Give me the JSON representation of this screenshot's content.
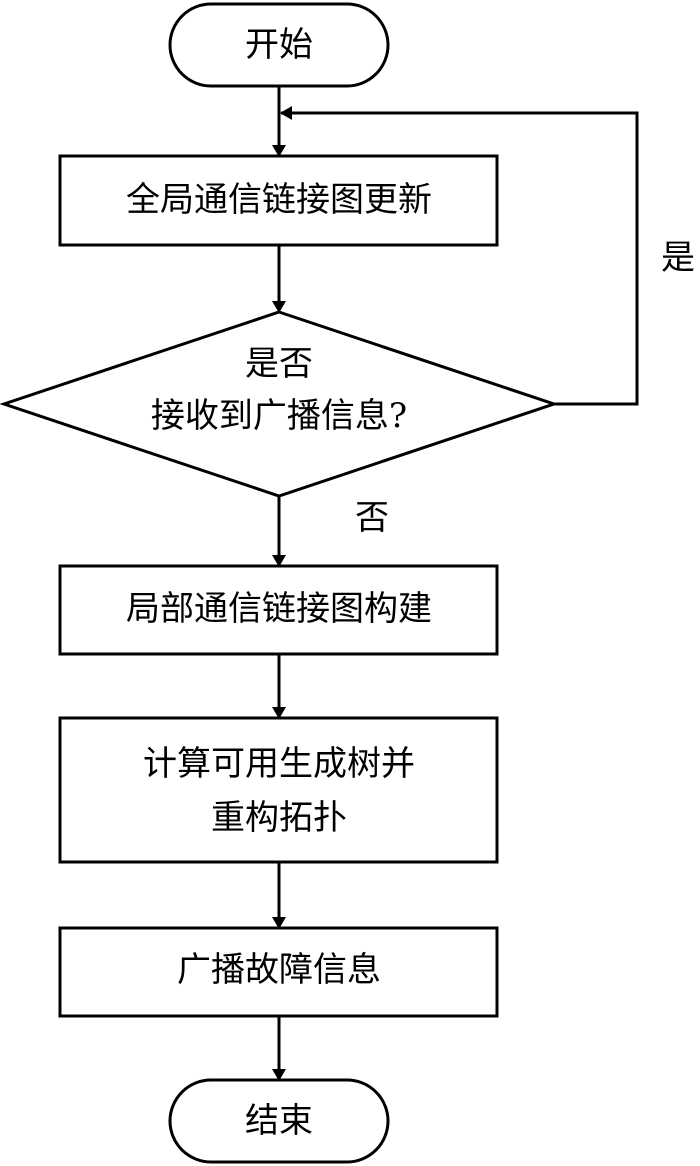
{
  "nodes": {
    "start": {
      "label": "开始"
    },
    "update": {
      "label": "全局通信链接图更新"
    },
    "decision": {
      "line1": "是否",
      "line2": "接收到广播信息?"
    },
    "build": {
      "label": "局部通信链接图构建"
    },
    "compute": {
      "line1": "计算可用生成树并",
      "line2": "重构拓扑"
    },
    "broadcast": {
      "label": "广播故障信息"
    },
    "end": {
      "label": "结束"
    }
  },
  "edges": {
    "yes_label": "是",
    "no_label": "否"
  }
}
